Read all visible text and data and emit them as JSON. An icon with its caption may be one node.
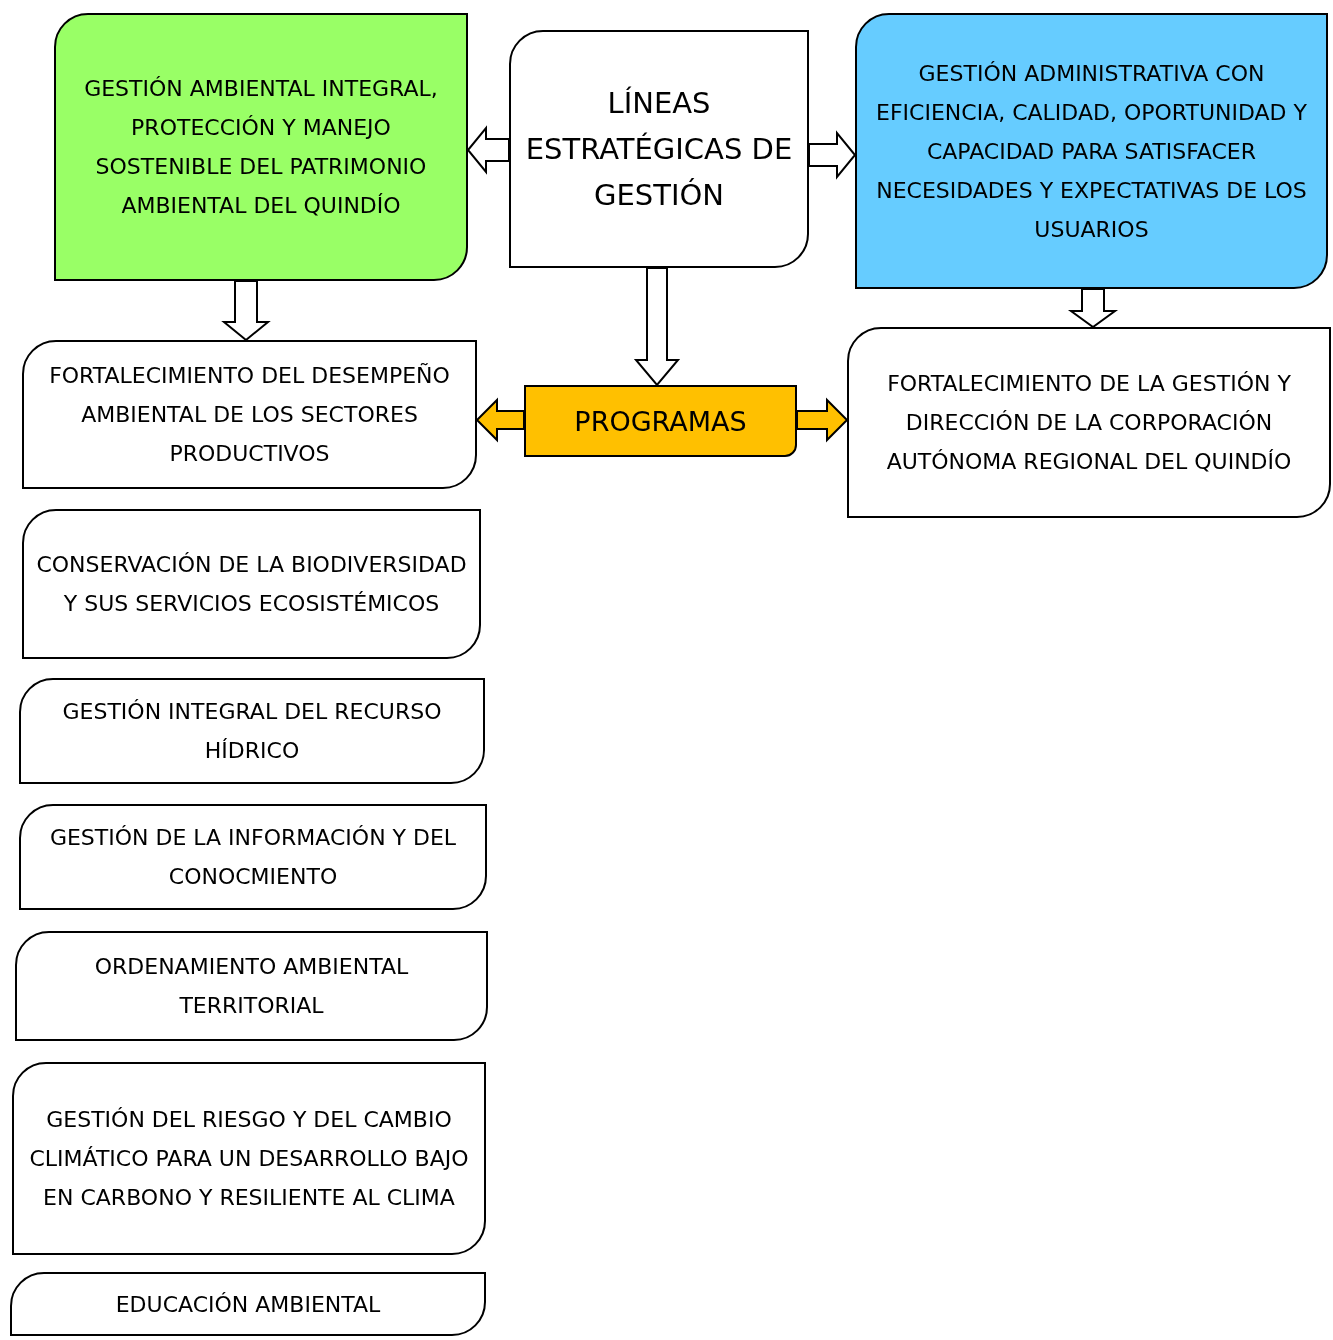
{
  "diagram": {
    "nodes": [
      {
        "text": [
          "GESTIÓN AMBIENTAL INTEGRAL, PROTECCIÓN Y MANEJO SOSTENIBLE DEL PATRIMONIO AMBIENTAL DEL QUINDÍO"
        ]
      },
      {
        "text": [
          "LÍNEAS ESTRATÉGICAS DE GESTIÓN"
        ]
      },
      {
        "text": [
          "GESTIÓN ADMINISTRATIVA CON EFICIENCIA, CALIDAD, OPORTUNIDAD Y CAPACIDAD PARA SATISFACER NECESIDADES Y EXPECTATIVAS DE LOS USUARIOS"
        ]
      },
      {
        "text": [
          "FORTALECIMIENTO DEL DESEMPEÑO AMBIENTAL DE LOS SECTORES PRODUCTIVOS"
        ]
      },
      {
        "text": [
          "PROGRAMAS"
        ]
      },
      {
        "text": [
          "FORTALECIMIENTO DE LA GESTIÓN Y DIRECCIÓN DE LA CORPORACIÓN AUTÓNOMA REGIONAL DEL QUINDÍO"
        ]
      },
      {
        "text": [
          "CONSERVACIÓN DE LA BIODIVERSIDAD Y SUS SERVICIOS ECOSISTÉMICOS"
        ]
      },
      {
        "text": [
          "GESTIÓN INTEGRAL DEL RECURSO HÍDRICO"
        ]
      },
      {
        "text": [
          "GESTIÓN DE LA INFORMACIÓN Y DEL CONOCMIENTO"
        ]
      },
      {
        "text": [
          "ORDENAMIENTO AMBIENTAL TERRITORIAL"
        ]
      },
      {
        "text": [
          "GESTIÓN DEL RIESGO Y DEL CAMBIO CLIMÁTICO PARA UN DESARROLLO BAJO EN CARBONO Y RESILIENTE AL CLIMA"
        ]
      },
      {
        "text": [
          "EDUCACIÓN AMBIENTAL"
        ]
      }
    ],
    "edges": [
      {
        "from": 1,
        "to": 0,
        "arrow": "to"
      },
      {
        "from": 1,
        "to": 2,
        "arrow": "to"
      },
      {
        "from": 1,
        "to": 4,
        "arrow": "to"
      },
      {
        "from": 0,
        "to": 3,
        "arrow": "to"
      },
      {
        "from": 2,
        "to": 5,
        "arrow": "to"
      },
      {
        "from": 4,
        "to": 3,
        "arrow": "to",
        "color": "#ffc000"
      },
      {
        "from": 4,
        "to": 5,
        "arrow": "to",
        "color": "#ffc000"
      }
    ]
  }
}
